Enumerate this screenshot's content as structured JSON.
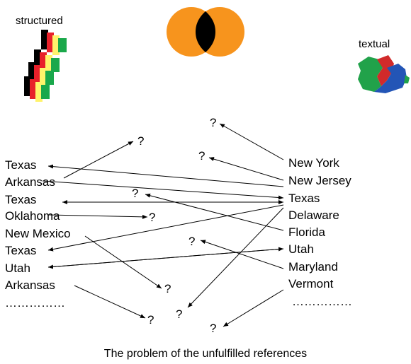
{
  "labels": {
    "structured": "structured",
    "textual": "textual"
  },
  "left_list": [
    "Texas",
    "Arkansas",
    "Texas",
    "Oklahoma",
    "New Mexico",
    "Texas",
    "Utah",
    "Arkansas",
    "……………"
  ],
  "right_list": [
    "New York",
    "New Jersey",
    "Texas",
    "Delaware",
    "Florida",
    "Utah",
    "Maryland",
    "Vermont",
    "……………"
  ],
  "unknown_marker": "?",
  "caption": "The problem of the unfulfilled references",
  "colors": {
    "overlap_orange": "#f7941d",
    "overlap_black": "#000000",
    "block_red": "#e8202a",
    "block_green": "#1aa84b",
    "block_yellow": "#fff36b",
    "map_green": "#21a24a",
    "map_red": "#d12a2a",
    "map_blue": "#2355b6"
  }
}
